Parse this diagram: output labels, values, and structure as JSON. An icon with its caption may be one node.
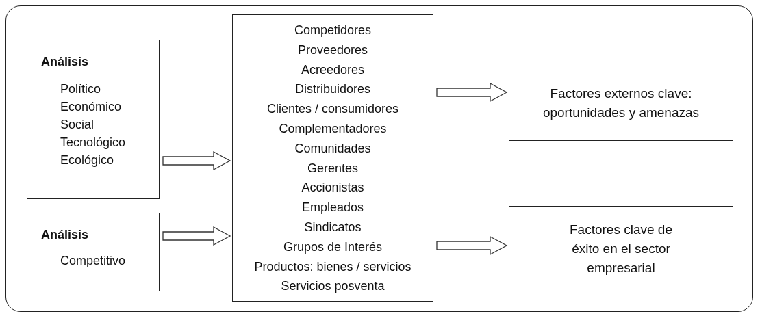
{
  "diagram": {
    "nodes": [
      {
        "text": [],
        "shape": "box"
      },
      {
        "text": [
          "Análisis",
          "Político",
          "Económico",
          "Social",
          "Tecnológico",
          "Ecológico"
        ],
        "in": 0
      },
      {
        "text": [
          "Análisis",
          "Competitivo"
        ],
        "in": 0
      },
      {
        "text": [
          "Competidores",
          "Proveedores",
          "Acreedores",
          "Distribuidores",
          "Clientes / consumidores",
          "Complementadores",
          "Comunidades",
          "Gerentes",
          "Accionistas",
          "Empleados",
          "Sindicatos",
          "Grupos de Interés",
          "Productos: bienes / servicios",
          "Servicios posventa"
        ],
        "in": 0
      },
      {
        "text": [
          "Factores externos clave: oportunidades y amenazas"
        ],
        "in": 0
      },
      {
        "text": [
          "Factores clave de éxito en el sector empresarial"
        ],
        "in": 0
      }
    ],
    "edges": [
      {
        "from": 1,
        "to": 3,
        "arrow": "to"
      },
      {
        "from": 2,
        "to": 3,
        "arrow": "to"
      },
      {
        "from": 3,
        "to": 4,
        "arrow": "to"
      },
      {
        "from": 3,
        "to": 5,
        "arrow": "to"
      }
    ]
  }
}
